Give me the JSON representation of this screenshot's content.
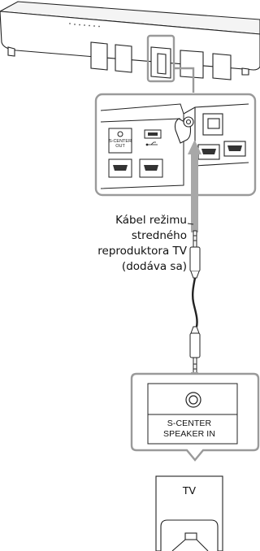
{
  "cable_caption": {
    "line1": "Kábel režimu",
    "line2": "stredného",
    "line3": "reproduktora TV",
    "line4": "(dodáva sa)"
  },
  "tv_port": {
    "line1": "S-CENTER",
    "line2": "SPEAKER IN"
  },
  "tv": {
    "label": "TV"
  },
  "soundbar_port": {
    "line1": "S-CENTER",
    "line2": "OUT"
  },
  "icons": [
    "usb-icon",
    "hdmi-port-icon",
    "audio-jack-icon",
    "plug-icon"
  ]
}
